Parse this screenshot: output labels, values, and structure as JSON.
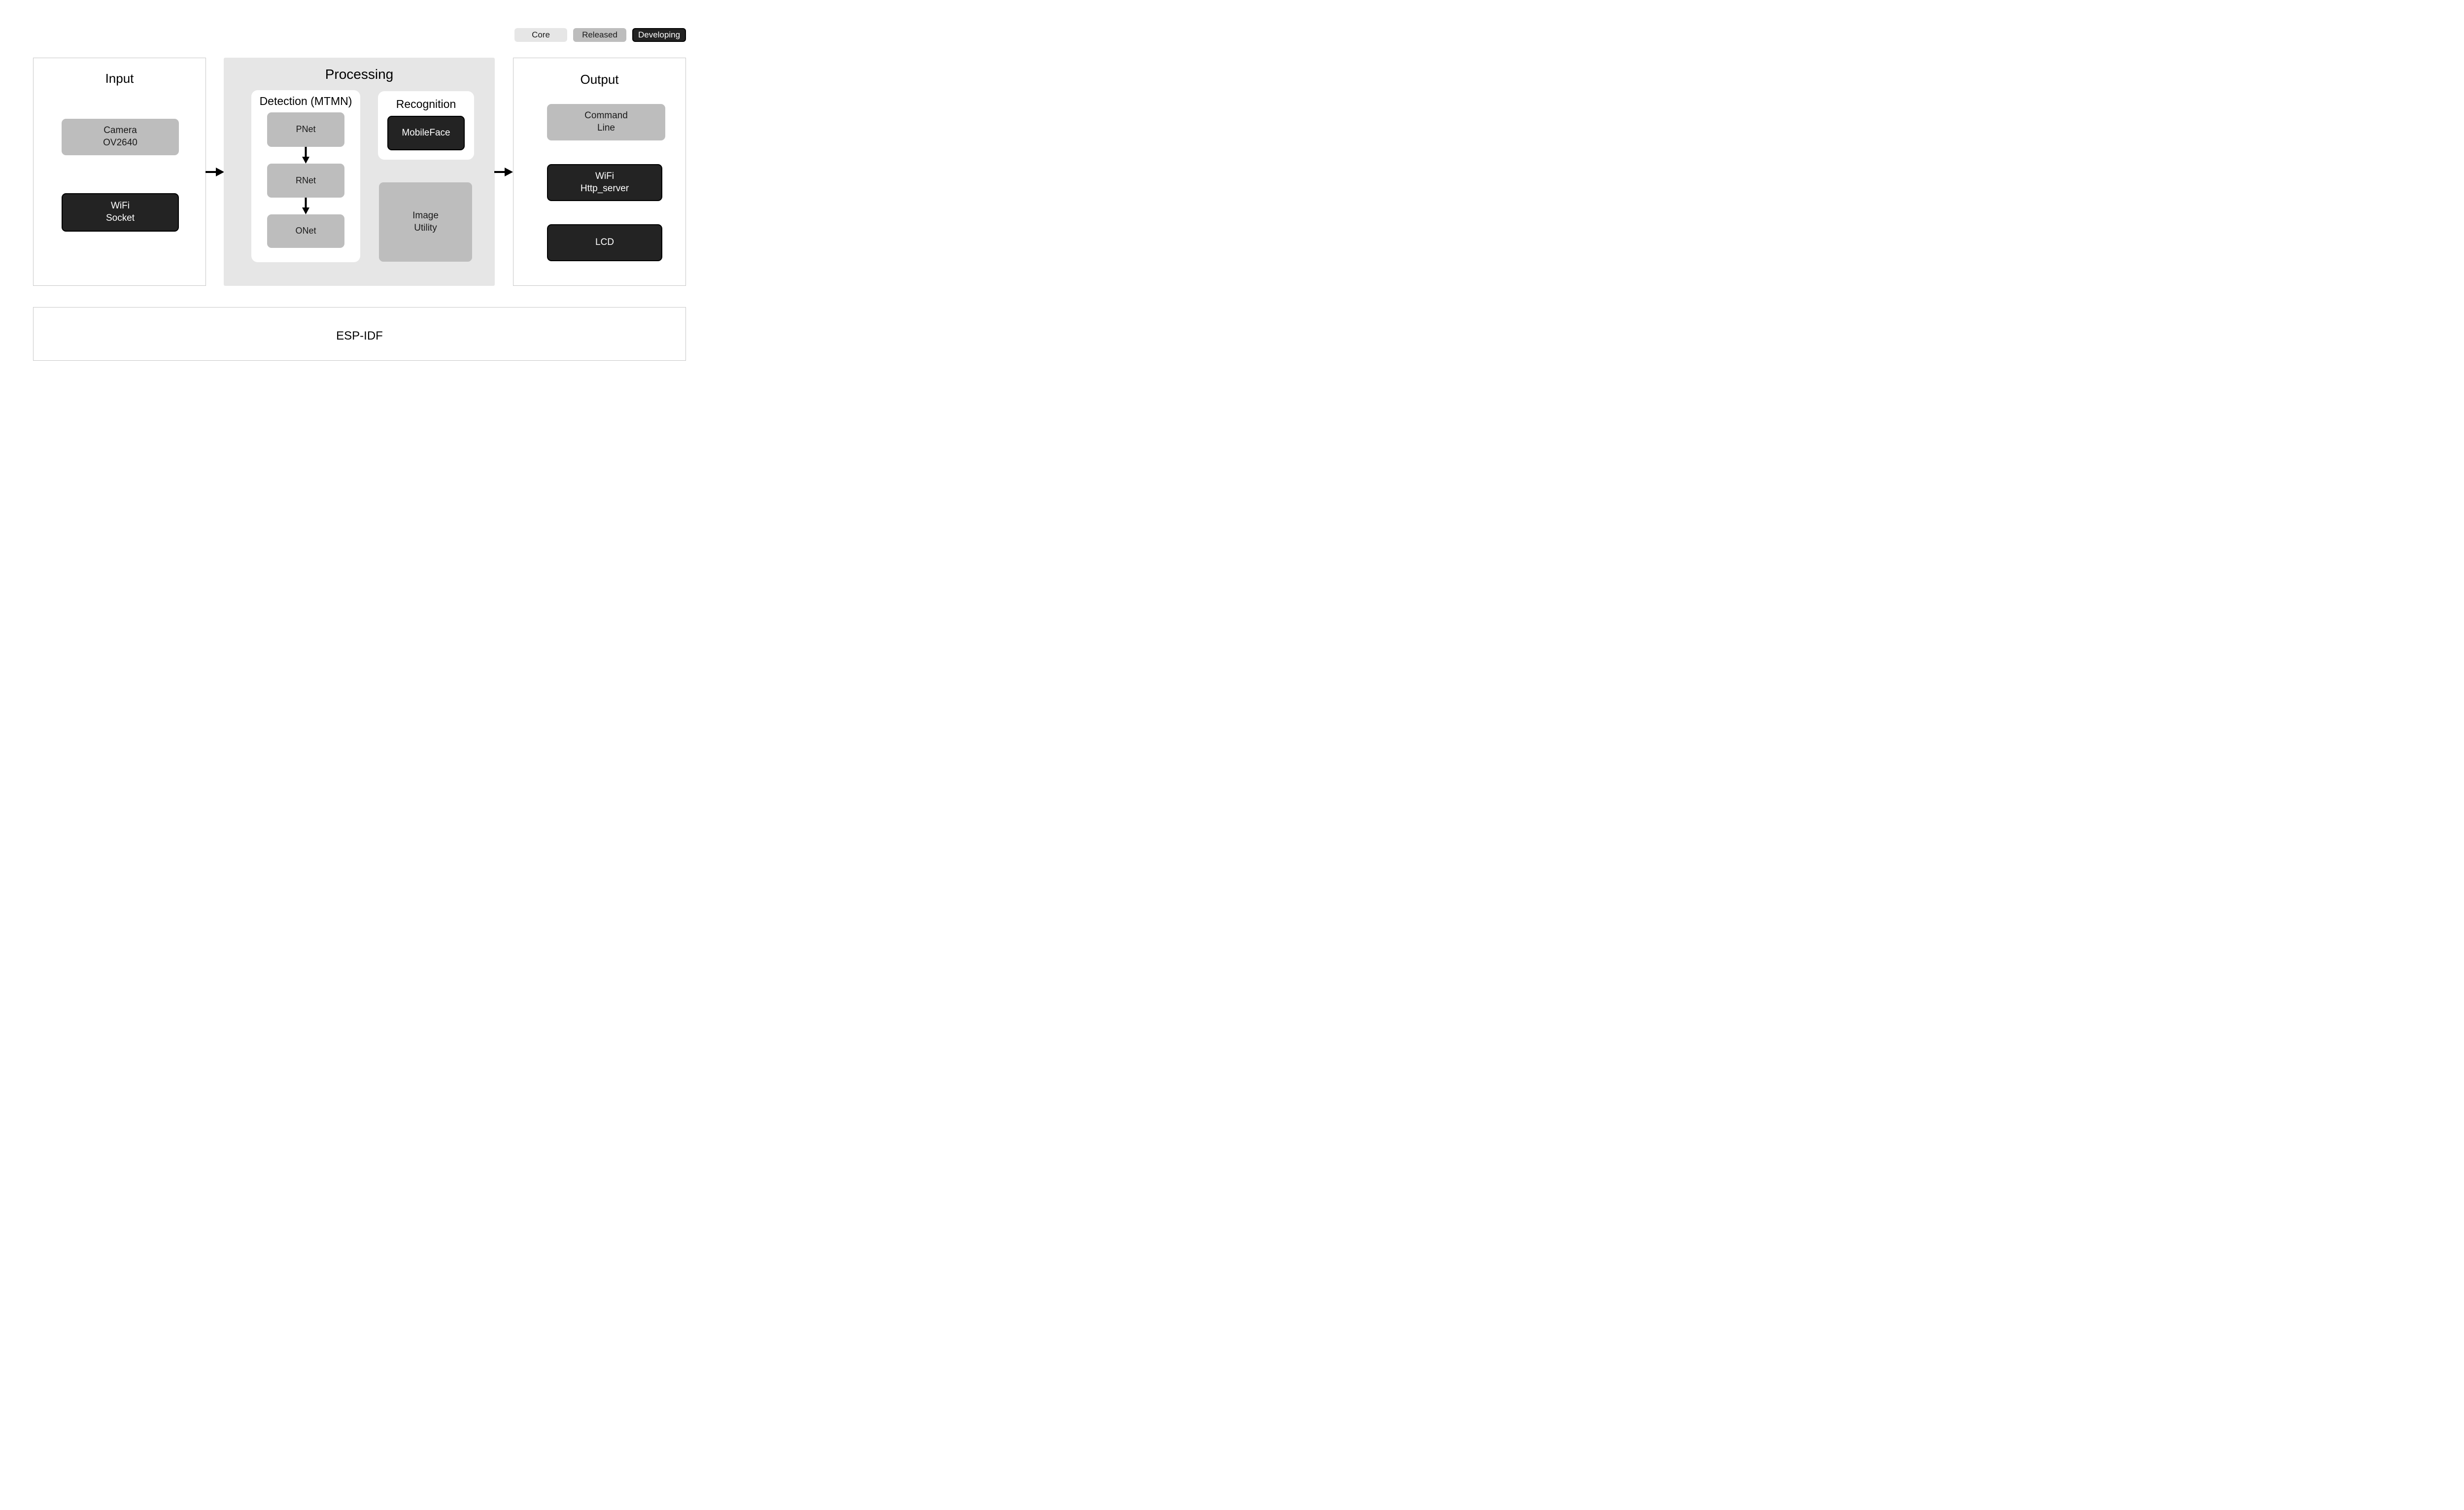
{
  "legend": {
    "core_label": "Core",
    "released_label": "Released",
    "developing_label": "Developing"
  },
  "colors": {
    "core_bg": "#e6e6e6",
    "released_bg": "#bdbdbd",
    "developing_bg": "#232323",
    "developing_text": "#ffffff",
    "processing_bg": "#e6e6e6",
    "section_border": "#c8c8c8",
    "node_text": "#1a1a1a",
    "arrow": "#000000",
    "white": "#ffffff"
  },
  "sections": {
    "input": {
      "title": "Input",
      "camera": "Camera\nOV2640",
      "wifi_socket": "WiFi\nSocket"
    },
    "processing": {
      "title": "Processing",
      "detection": {
        "title": "Detection (MTMN)",
        "pnet": "PNet",
        "rnet": "RNet",
        "onet": "ONet"
      },
      "recognition": {
        "title": "Recognition",
        "mobileface": "MobileFace"
      },
      "image_utility": "Image\nUtility"
    },
    "output": {
      "title": "Output",
      "command_line": "Command\nLine",
      "wifi_http_server": "WiFi\nHttp_server",
      "lcd": "LCD"
    },
    "foundation": {
      "title": "ESP-IDF"
    }
  }
}
